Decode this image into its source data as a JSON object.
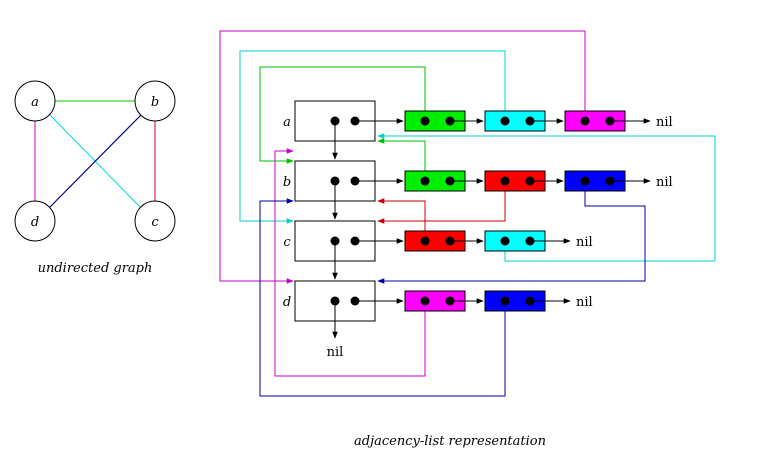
{
  "graph": {
    "caption": "undirected graph",
    "vertices": [
      {
        "id": "a",
        "label": "a"
      },
      {
        "id": "b",
        "label": "b"
      },
      {
        "id": "c",
        "label": "c"
      },
      {
        "id": "d",
        "label": "d"
      }
    ],
    "edges": [
      {
        "from": "a",
        "to": "b",
        "color": "#00c800"
      },
      {
        "from": "a",
        "to": "c",
        "color": "#00d8d8"
      },
      {
        "from": "a",
        "to": "d",
        "color": "#c800c8"
      },
      {
        "from": "b",
        "to": "c",
        "color": "#c80050"
      },
      {
        "from": "b",
        "to": "d",
        "color": "#00008b"
      }
    ]
  },
  "adjacency": {
    "caption": "adjacency-list representation",
    "nil_label": "nil",
    "rows": [
      {
        "label": "a",
        "list": [
          {
            "vertex": "b",
            "color": "#00ee00"
          },
          {
            "vertex": "c",
            "color": "#00ffff"
          },
          {
            "vertex": "d",
            "color": "#ff00ff"
          }
        ]
      },
      {
        "label": "b",
        "list": [
          {
            "vertex": "a",
            "color": "#00ee00"
          },
          {
            "vertex": "c",
            "color": "#ff0000"
          },
          {
            "vertex": "d",
            "color": "#0000ff"
          }
        ]
      },
      {
        "label": "c",
        "list": [
          {
            "vertex": "b",
            "color": "#ff0000"
          },
          {
            "vertex": "a",
            "color": "#00ffff"
          }
        ]
      },
      {
        "label": "d",
        "list": [
          {
            "vertex": "a",
            "color": "#ff00ff"
          },
          {
            "vertex": "b",
            "color": "#0000ff"
          }
        ]
      }
    ]
  },
  "colors": {
    "green": "#00ee00",
    "cyan": "#00ffff",
    "magenta": "#ff00ff",
    "red": "#ff0000",
    "blue": "#0000ff",
    "dark_red": "#c80000",
    "dark_blue": "#0000aa",
    "magenta_line": "#c800c8",
    "cyan_line": "#00d0d0",
    "green_line": "#00c000"
  }
}
